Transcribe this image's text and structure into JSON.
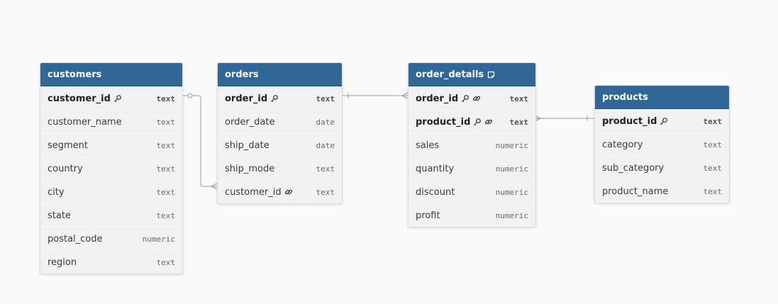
{
  "diagram": {
    "tables": [
      {
        "id": "customers",
        "name": "customers",
        "has_note": false,
        "columns": [
          {
            "name": "customer_id",
            "type": "text",
            "pk": true,
            "fk": false
          },
          {
            "name": "customer_name",
            "type": "text",
            "pk": false,
            "fk": false
          },
          {
            "name": "segment",
            "type": "text",
            "pk": false,
            "fk": false
          },
          {
            "name": "country",
            "type": "text",
            "pk": false,
            "fk": false
          },
          {
            "name": "city",
            "type": "text",
            "pk": false,
            "fk": false
          },
          {
            "name": "state",
            "type": "text",
            "pk": false,
            "fk": false
          },
          {
            "name": "postal_code",
            "type": "numeric",
            "pk": false,
            "fk": false
          },
          {
            "name": "region",
            "type": "text",
            "pk": false,
            "fk": false
          }
        ]
      },
      {
        "id": "orders",
        "name": "orders",
        "has_note": false,
        "columns": [
          {
            "name": "order_id",
            "type": "text",
            "pk": true,
            "fk": false
          },
          {
            "name": "order_date",
            "type": "date",
            "pk": false,
            "fk": false
          },
          {
            "name": "ship_date",
            "type": "date",
            "pk": false,
            "fk": false
          },
          {
            "name": "ship_mode",
            "type": "text",
            "pk": false,
            "fk": false
          },
          {
            "name": "customer_id",
            "type": "text",
            "pk": false,
            "fk": true
          }
        ]
      },
      {
        "id": "order_details",
        "name": "order_details",
        "has_note": true,
        "columns": [
          {
            "name": "order_id",
            "type": "text",
            "pk": true,
            "fk": true
          },
          {
            "name": "product_id",
            "type": "text",
            "pk": true,
            "fk": true
          },
          {
            "name": "sales",
            "type": "numeric",
            "pk": false,
            "fk": false
          },
          {
            "name": "quantity",
            "type": "numeric",
            "pk": false,
            "fk": false
          },
          {
            "name": "discount",
            "type": "numeric",
            "pk": false,
            "fk": false
          },
          {
            "name": "profit",
            "type": "numeric",
            "pk": false,
            "fk": false
          }
        ]
      },
      {
        "id": "products",
        "name": "products",
        "has_note": false,
        "columns": [
          {
            "name": "product_id",
            "type": "text",
            "pk": true,
            "fk": false
          },
          {
            "name": "category",
            "type": "text",
            "pk": false,
            "fk": false
          },
          {
            "name": "sub_category",
            "type": "text",
            "pk": false,
            "fk": false
          },
          {
            "name": "product_name",
            "type": "text",
            "pk": false,
            "fk": false
          }
        ]
      }
    ],
    "relationships": [
      {
        "from_table": "customers",
        "from_column": "customer_id",
        "from_card": "zero-or-one",
        "to_table": "orders",
        "to_column": "customer_id",
        "to_card": "many"
      },
      {
        "from_table": "orders",
        "from_column": "order_id",
        "from_card": "one",
        "to_table": "order_details",
        "to_column": "order_id",
        "to_card": "many"
      },
      {
        "from_table": "products",
        "from_column": "product_id",
        "from_card": "one",
        "to_table": "order_details",
        "to_column": "product_id",
        "to_card": "many"
      }
    ],
    "colors": {
      "header": "#306796",
      "header_text": "#ffffff",
      "body": "#f2f2f2",
      "connector": "#9a9a9a"
    }
  }
}
